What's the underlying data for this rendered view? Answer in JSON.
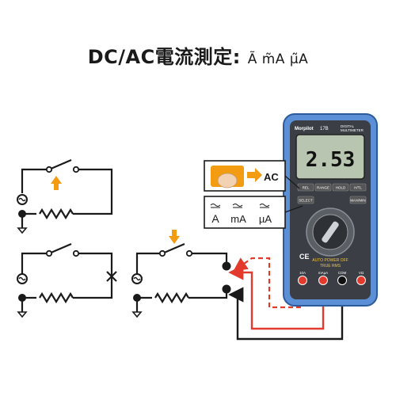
{
  "title": {
    "text": "DC/AC電流測定:",
    "symbols": "Ã  m̃A  µ̃A"
  },
  "meter": {
    "brand": "Morpilot",
    "model": "17B",
    "type_line1": "DIGITAL",
    "type_line2": "MULTIMETER",
    "reading": "2.53",
    "buttons": [
      "REL",
      "RANGE",
      "HOLD",
      "H/TL",
      "SELECT",
      "MAX/MIN"
    ],
    "info_line1": "AUTO POWER OFF",
    "info_line2": "TRUE RMS",
    "ports": [
      "10A",
      "mAµA",
      "COM",
      "VΩ"
    ],
    "label_ce": "CE"
  },
  "callouts": {
    "ac_label": "AC",
    "unit_a": "A",
    "unit_ma": "mA",
    "unit_ua": "µA"
  },
  "colors": {
    "meter_blue": "#5b8fd6",
    "accent_orange": "#f39c12",
    "probe_red": "#e23b2e",
    "wire_black": "#1a1a1a"
  }
}
